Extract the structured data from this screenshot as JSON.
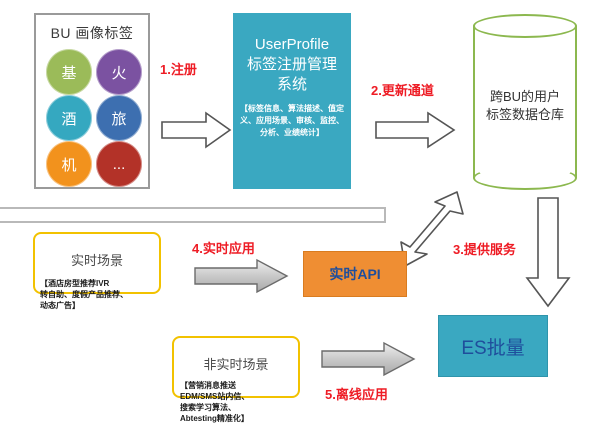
{
  "diagram": {
    "bu_panel": {
      "title": "BU 画像标签",
      "bubbles": [
        {
          "label": "基",
          "color": "#9bbb59"
        },
        {
          "label": "火",
          "color": "#7b52a1"
        },
        {
          "label": "酒",
          "color": "#35a8c0"
        },
        {
          "label": "旅",
          "color": "#3d6fb0"
        },
        {
          "label": "机",
          "color": "#f2921d"
        },
        {
          "label": "...",
          "color": "#b33228"
        }
      ]
    },
    "user_profile": {
      "line1": "UserProfile",
      "line2": "标签注册管理",
      "line3": "系统",
      "detail": "【标签信息、算法描述、值定义、应用场景、审核、监控、分析、业绩统计】",
      "color": "#3aa8c1"
    },
    "warehouse": {
      "line1": "跨BU的用户",
      "line2": "标签数据仓库",
      "outline_color": "#8cb84f"
    },
    "steps": [
      {
        "id": "step-1",
        "label": "1.注册"
      },
      {
        "id": "step-2",
        "label": "2.更新通道"
      },
      {
        "id": "step-3",
        "label": "3.提供服务"
      },
      {
        "id": "step-4",
        "label": "4.实时应用"
      },
      {
        "id": "step-5",
        "label": "5.离线应用"
      }
    ],
    "realtime_scenario": {
      "title": "实时场景",
      "detail_line1": "【酒店房型推荐IVR",
      "detail_line2": "转自助、度假产品推荐、",
      "detail_line3": "动态广告】",
      "border_color": "#f2c200"
    },
    "offline_scenario": {
      "title": "非实时场景",
      "detail_line1": "【营销消息推送",
      "detail_line2": "EDM/SMS站内信、",
      "detail_line3": "搜索学习算法、",
      "detail_line4": "Abtesting精准化】",
      "border_color": "#f2c200"
    },
    "realtime_api": {
      "label": "实时API",
      "fill": "#ef8e33",
      "text_color": "#1f4e9c"
    },
    "es_batch": {
      "label": "ES批量",
      "fill": "#3aa8c1",
      "text_color": "#1f4e9c"
    },
    "accent_red": "#ee1c25"
  }
}
